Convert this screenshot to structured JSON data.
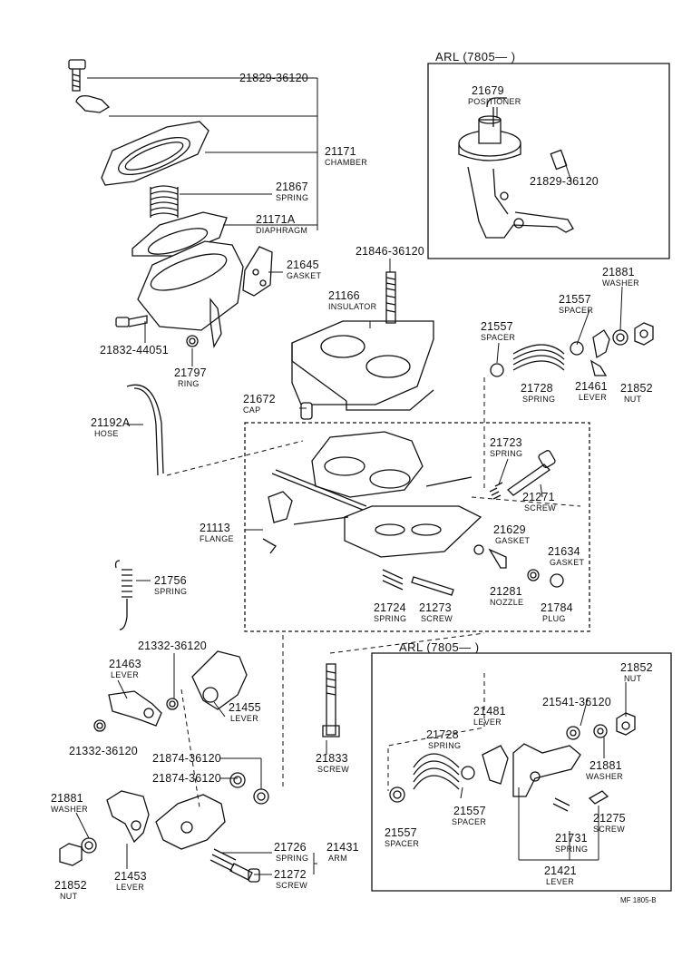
{
  "parts": {
    "p21829_a": "21829-36120",
    "p21171_no": "21171",
    "p21171_name": "CHAMBER",
    "p21867_no": "21867",
    "p21867_name": "SPRING",
    "p21171A_no": "21171A",
    "p21171A_name": "DIAPHRAGM",
    "p21645_no": "21645",
    "p21645_name": "GASKET",
    "p21832": "21832-44051",
    "p21797_no": "21797",
    "p21797_name": "RING",
    "p21846": "21846-36120",
    "p21166_no": "21166",
    "p21166_name": "INSULATOR",
    "p21192A_no": "21192A",
    "p21192A_name": "HOSE",
    "p21672_no": "21672",
    "p21672_name": "CAP",
    "p21113_no": "21113",
    "p21113_name": "FLANGE",
    "p21756_no": "21756",
    "p21756_name": "SPRING",
    "p21724_no": "21724",
    "p21724_name": "SPRING",
    "p21273_no": "21273",
    "p21273_name": "SCREW",
    "p21723_no": "21723",
    "p21723_name": "SPRING",
    "p21271_no": "21271",
    "p21271_name": "SCREW",
    "p21629_no": "21629",
    "p21629_name": "GASKET",
    "p21281_no": "21281",
    "p21281_name": "NOZZLE",
    "p21634_no": "21634",
    "p21634_name": "GASKET",
    "p21784_no": "21784",
    "p21784_name": "PLUG",
    "p21679_no": "21679",
    "p21679_name": "POSITIONER",
    "p21829_b": "21829-36120",
    "p21881_a_no": "21881",
    "p21881_a_name": "WASHER",
    "p21557_a_no": "21557",
    "p21557_a_name": "SPACER",
    "p21557_b_no": "21557",
    "p21557_b_name": "SPACER",
    "p21728_a_no": "21728",
    "p21728_a_name": "SPRING",
    "p21461_a_no": "21461",
    "p21461_a_name": "LEVER",
    "p21852_a_no": "21852",
    "p21852_a_name": "NUT",
    "p21332_a": "21332-36120",
    "p21463_no": "21463",
    "p21463_name": "LEVER",
    "p21455_no": "21455",
    "p21455_name": "LEVER",
    "p21332_b": "21332-36120",
    "p21874_a": "21874-36120",
    "p21874_b": "21874-36120",
    "p21833_no": "21833",
    "p21833_name": "SCREW",
    "p21881_b_no": "21881",
    "p21881_b_name": "WASHER",
    "p21852_b_no": "21852",
    "p21852_b_name": "NUT",
    "p21453_no": "21453",
    "p21453_name": "LEVER",
    "p21726_no": "21726",
    "p21726_name": "SPRING",
    "p21272_no": "21272",
    "p21272_name": "SCREW",
    "p21431_no": "21431",
    "p21431_name": "ARM",
    "p21852_c_no": "21852",
    "p21852_c_name": "NUT",
    "p21541": "21541-36120",
    "p21481_no": "21481",
    "p21481_name": "LEVER",
    "p21728_b_no": "21728",
    "p21728_b_name": "SPRING",
    "p21881_c_no": "21881",
    "p21881_c_name": "WASHER",
    "p21557_c_no": "21557",
    "p21557_c_name": "SPACER",
    "p21557_d_no": "21557",
    "p21557_d_name": "SPACER",
    "p21275_no": "21275",
    "p21275_name": "SCREW",
    "p21731_no": "21731",
    "p21731_name": "SPRING",
    "p21421_no": "21421",
    "p21421_name": "LEVER"
  },
  "boxes": {
    "arl_top": "ARL (7805—      )",
    "arl_bottom": "ARL (7805—      )"
  },
  "reference": "MF 1805-B"
}
